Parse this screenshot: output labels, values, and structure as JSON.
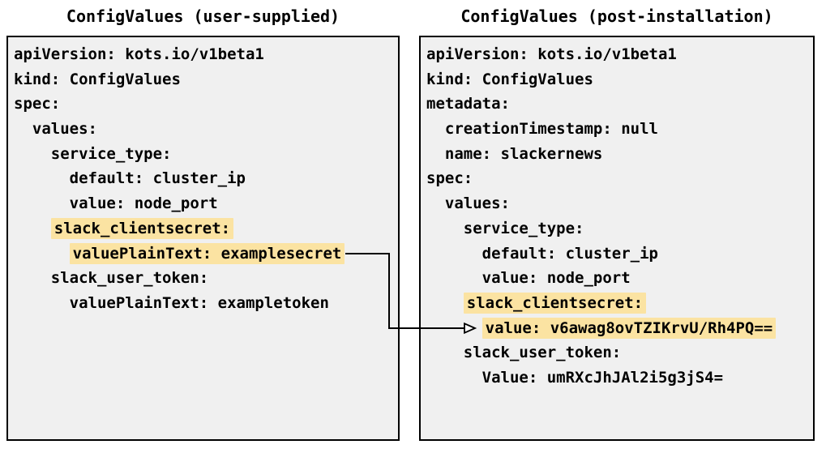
{
  "colors": {
    "highlight": "#fbe3a2",
    "box_background": "#f0f0f0",
    "box_border": "#000000",
    "text": "#000000",
    "arrow": "#000000"
  },
  "panels": [
    {
      "id": "user-supplied",
      "title": "ConfigValues (user-supplied)",
      "lines": [
        {
          "indent": 0,
          "text": "apiVersion: kots.io/v1beta1",
          "highlight": false
        },
        {
          "indent": 0,
          "text": "kind: ConfigValues",
          "highlight": false
        },
        {
          "indent": 0,
          "text": "spec:",
          "highlight": false
        },
        {
          "indent": 2,
          "text": "values:",
          "highlight": false
        },
        {
          "indent": 4,
          "text": "service_type:",
          "highlight": false
        },
        {
          "indent": 6,
          "text": "default: cluster_ip",
          "highlight": false
        },
        {
          "indent": 6,
          "text": "value: node_port",
          "highlight": false
        },
        {
          "indent": 4,
          "text": "slack_clientsecret:",
          "highlight": true
        },
        {
          "indent": 6,
          "text": "valuePlainText: examplesecret",
          "highlight": true
        },
        {
          "indent": 4,
          "text": "slack_user_token:",
          "highlight": false
        },
        {
          "indent": 6,
          "text": "valuePlainText: exampletoken",
          "highlight": false
        }
      ]
    },
    {
      "id": "post-installation",
      "title": "ConfigValues (post-installation)",
      "lines": [
        {
          "indent": 0,
          "text": "apiVersion: kots.io/v1beta1",
          "highlight": false
        },
        {
          "indent": 0,
          "text": "kind: ConfigValues",
          "highlight": false
        },
        {
          "indent": 0,
          "text": "metadata:",
          "highlight": false
        },
        {
          "indent": 2,
          "text": "creationTimestamp: null",
          "highlight": false
        },
        {
          "indent": 2,
          "text": "name: slackernews",
          "highlight": false
        },
        {
          "indent": 0,
          "text": "spec:",
          "highlight": false
        },
        {
          "indent": 2,
          "text": "values:",
          "highlight": false
        },
        {
          "indent": 4,
          "text": "service_type:",
          "highlight": false
        },
        {
          "indent": 6,
          "text": "default: cluster_ip",
          "highlight": false
        },
        {
          "indent": 6,
          "text": "value: node_port",
          "highlight": false
        },
        {
          "indent": 4,
          "text": "slack_clientsecret:",
          "highlight": true
        },
        {
          "indent": 6,
          "text": "value: v6awag8ovTZIKrvU/Rh4PQ==",
          "highlight": true
        },
        {
          "indent": 4,
          "text": "slack_user_token:",
          "highlight": false
        },
        {
          "indent": 6,
          "text": "Value: umRXcJhJAl2i5g3jS4=",
          "highlight": false
        }
      ]
    }
  ],
  "connector": {
    "from": "valuePlainText: examplesecret",
    "to": "value: v6awag8ovTZIKrvU/Rh4PQ=="
  }
}
